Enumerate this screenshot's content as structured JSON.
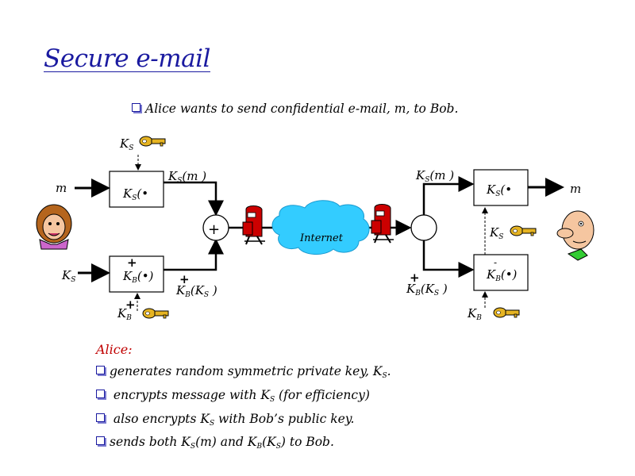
{
  "title": "Secure e-mail",
  "intro": "Alice wants to send confidential e-mail, m, to Bob.",
  "diagram": {
    "left_m": "m",
    "right_m": "m",
    "internet": "Internet",
    "ks_top_left": "K",
    "ks_sub": "S",
    "ks_box_left": "K",
    "ks_box_right": "K",
    "ks_m_left": "K",
    "ks_m_left_suffix": "(m )",
    "ks_m_right": "K",
    "ks_m_right_suffix": "(m )",
    "kb_box_left": "K",
    "kb_box_right": "K",
    "kb_sub": "B",
    "plus": "+",
    "minus": "-",
    "ks_left_lower": "K",
    "kb_ks_left": "K",
    "kb_ks_right": "K",
    "ks_inner": "(K",
    "ks_inner_close": " )",
    "kb_key_left": "K",
    "kb_key_right": "K",
    "ks_key_right": "K",
    "dot_paren": "(•)",
    "dot_paren2": "(•"
  },
  "alice": {
    "heading": "Alice:",
    "bullets": [
      {
        "a": "generates random symmetric private key, K",
        "b": "."
      },
      {
        "a": " encrypts message with K",
        "b": " (for efficiency)"
      },
      {
        "a": " also encrypts K",
        "b": " with Bob’s public key."
      },
      {
        "a": "sends both K",
        "b": "(m) and K",
        "c": "(K",
        "d": ") to Bob."
      }
    ]
  },
  "colors": {
    "title": "#1a1aa0",
    "alice": "#c00000",
    "internet": "#33ccff",
    "key": "#d4a017"
  },
  "icons": [
    "key-icon",
    "alice-face-icon",
    "bob-face-icon",
    "mailbox-icon",
    "internet-cloud-icon"
  ]
}
